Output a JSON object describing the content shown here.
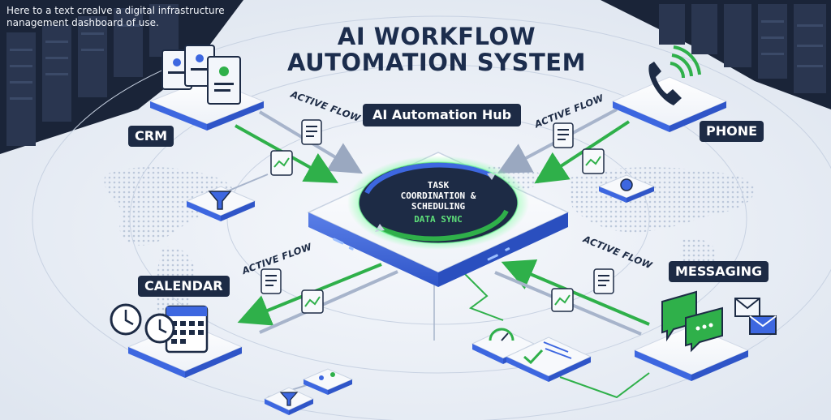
{
  "caption": "Here to a text crealve a digital infrastructure nanagement dashboard of use.",
  "title_line1": "AI WORKFLOW",
  "title_line2": "AUTOMATION SYSTEM",
  "hub": {
    "label": "AI Automation Hub",
    "ring_line1": "TASK",
    "ring_line2": "COORDINATION &",
    "ring_line3": "SCHEDULING",
    "ring_line4": "DATA SYNC"
  },
  "nodes": {
    "crm": "CRM",
    "phone": "PHONE",
    "calendar": "CALENDAR",
    "messaging": "MESSAGING"
  },
  "flow_label": "ACTIVE FLOW",
  "colors": {
    "navy": "#1d2b45",
    "accent_blue": "#3d67e0",
    "green": "#2fb04a",
    "panel": "#f7f9fc"
  },
  "icons": [
    "document-stack-icon",
    "phone-icon",
    "calendar-icon",
    "clock-icon",
    "chat-bubbles-icon",
    "envelope-icon",
    "filter-icon",
    "chart-icon",
    "gauge-icon",
    "checklist-icon",
    "world-map-icon",
    "server-rack-icon"
  ]
}
